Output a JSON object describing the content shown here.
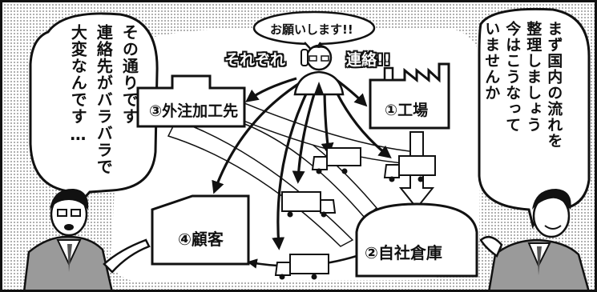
{
  "speech_left": {
    "line1": "その通りです",
    "line2": "連絡先がバラバラで",
    "line3": "大変なんです…"
  },
  "speech_right": {
    "line1": "まず国内の流れを",
    "line2": "整理しましょう",
    "line3": "今はこうなって",
    "line4": "いませんか"
  },
  "speech_top": "お願いします!!",
  "sfx": {
    "left": "それぞれ",
    "right": "連絡!!"
  },
  "nodes": {
    "factory": "①工場",
    "warehouse": "②自社倉庫",
    "contractor": "③外注加工先",
    "customer": "④顧客"
  },
  "colors": {
    "ink": "#111111",
    "paper": "#ffffff",
    "tone": "#8c8c8c"
  }
}
